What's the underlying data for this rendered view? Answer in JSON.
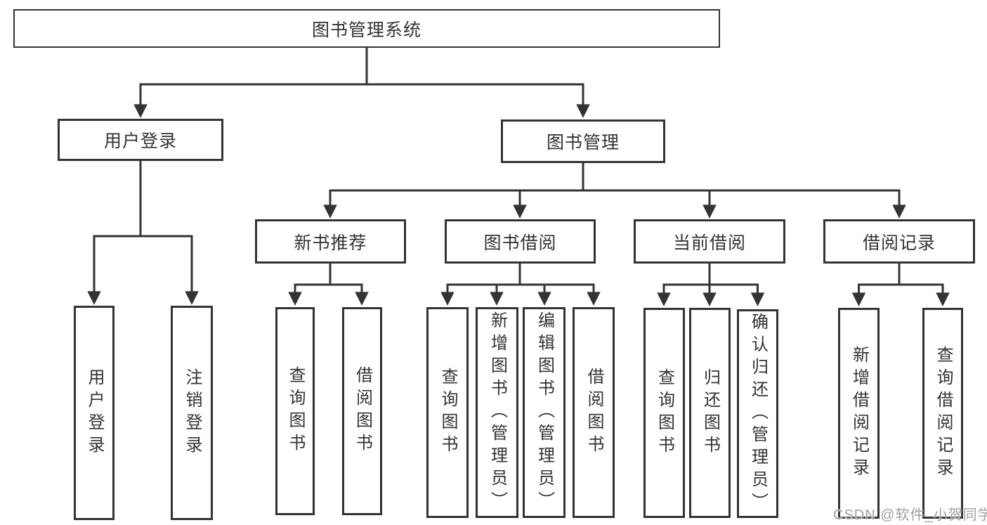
{
  "title": "图书管理系统",
  "watermark": "CSDN @软件_小贺同学",
  "colors": {
    "line": "#333333",
    "border": "#333333",
    "text": "#333333",
    "background": "#ffffff",
    "watermark": "#9f9f9f"
  },
  "hierarchy": {
    "label": "图书管理系统",
    "children": [
      {
        "label": "用户登录",
        "children": [
          {
            "label": "用户登录"
          },
          {
            "label": "注销登录"
          }
        ]
      },
      {
        "label": "图书管理",
        "children": [
          {
            "label": "新书推荐",
            "children": [
              {
                "label": "查询图书"
              },
              {
                "label": "借阅图书"
              }
            ]
          },
          {
            "label": "图书借阅",
            "children": [
              {
                "label": "查询图书"
              },
              {
                "label": "新增图书（管理员）"
              },
              {
                "label": "编辑图书（管理员）"
              },
              {
                "label": "借阅图书"
              }
            ]
          },
          {
            "label": "当前借阅",
            "children": [
              {
                "label": "查询图书"
              },
              {
                "label": "归还图书"
              },
              {
                "label": "确认归还（管理员）"
              }
            ]
          },
          {
            "label": "借阅记录",
            "children": [
              {
                "label": "新增借阅记录"
              },
              {
                "label": "查询借阅记录"
              }
            ]
          }
        ]
      }
    ]
  }
}
